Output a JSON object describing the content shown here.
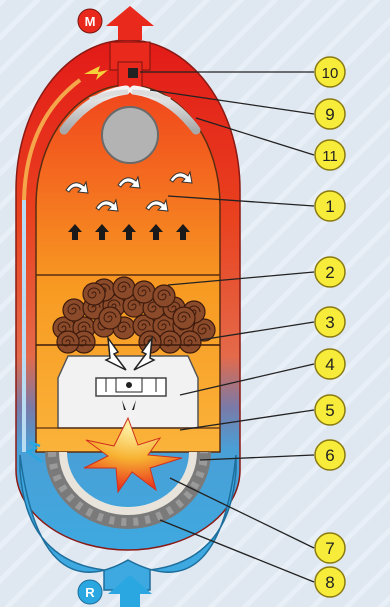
{
  "title": "",
  "port_labels": {
    "outlet": "M",
    "return": "R"
  },
  "callouts": [
    "10",
    "9",
    "11",
    "1",
    "2",
    "3",
    "4",
    "5",
    "6",
    "7",
    "8"
  ],
  "colors": {
    "background": "#dfe7f0",
    "hot_red": "#e8291c",
    "hot_orange": "#f7921e",
    "inner_yellow": "#fbb33a",
    "cold_blue": "#4aaee0",
    "callout_fill": "#f7ec3a",
    "arrow_red": "#e8291c",
    "arrow_blue": "#2aa7e0"
  }
}
